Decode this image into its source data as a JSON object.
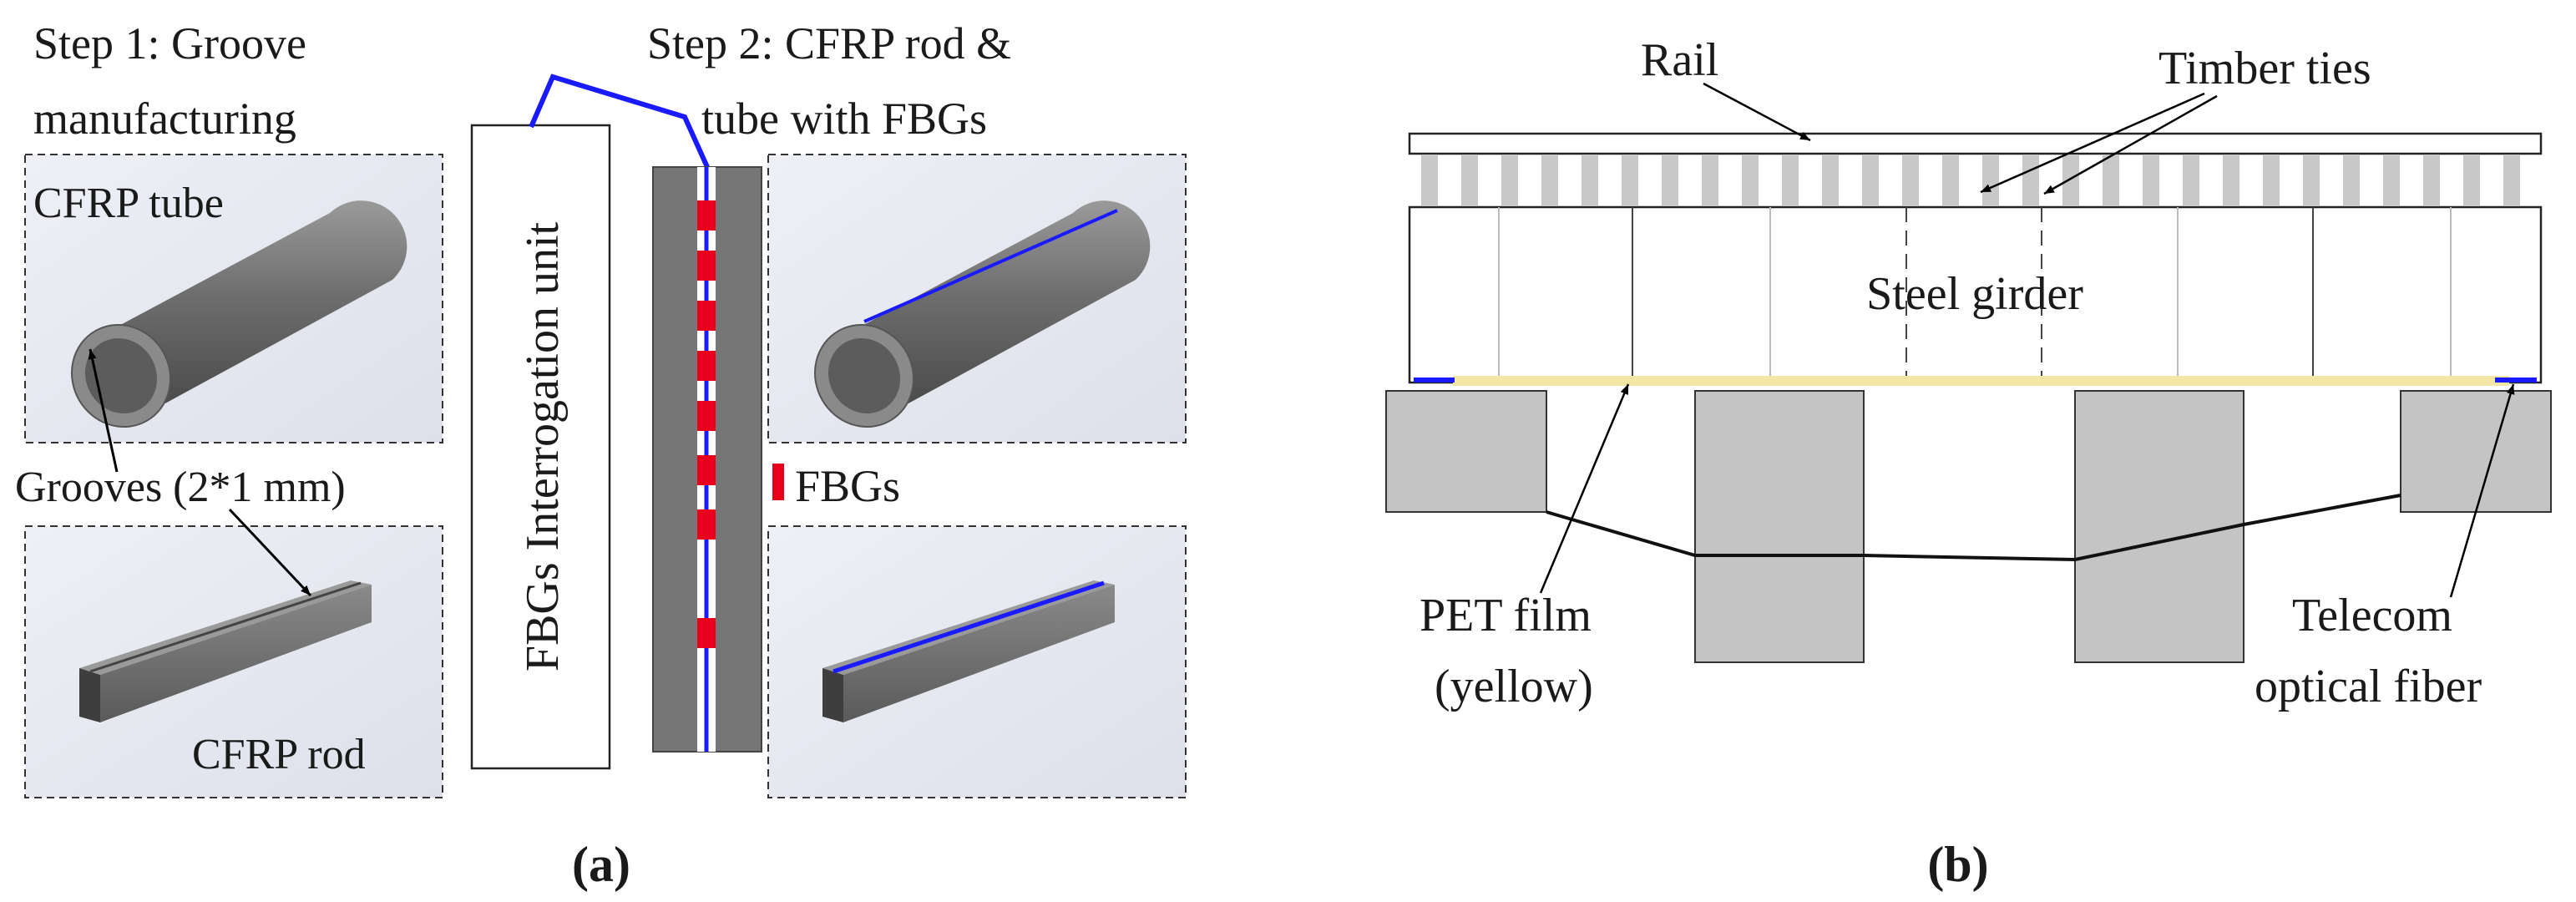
{
  "panel_a": {
    "step1_line1": "Step 1: Groove",
    "step1_line2": "manufacturing",
    "step2_line1": "Step 2: CFRP rod &",
    "step2_line2": "tube with FBGs",
    "cfrp_tube_label": "CFRP tube",
    "grooves_label": "Grooves (2*1 mm)",
    "cfrp_rod_label": "CFRP rod",
    "interrogation_label": "FBGs Interrogation unit",
    "fbgs_legend_label": "FBGs",
    "caption": "(a)",
    "colors": {
      "fiber": "#1a1aff",
      "fbg": "#e8001c",
      "cfrp": "#767676"
    }
  },
  "panel_b": {
    "rail_label": "Rail",
    "ties_label": "Timber ties",
    "girder_label": "Steel girder",
    "pet_line1": "PET film",
    "pet_line2": "(yellow)",
    "telecom_line1": "Telecom",
    "telecom_line2": "optical fiber",
    "caption": "(b)",
    "colors": {
      "pet_film": "#f3e7a6",
      "fiber": "#1a1aff",
      "ties": "#c8c8c8",
      "pier": "#c4c4c4"
    }
  }
}
